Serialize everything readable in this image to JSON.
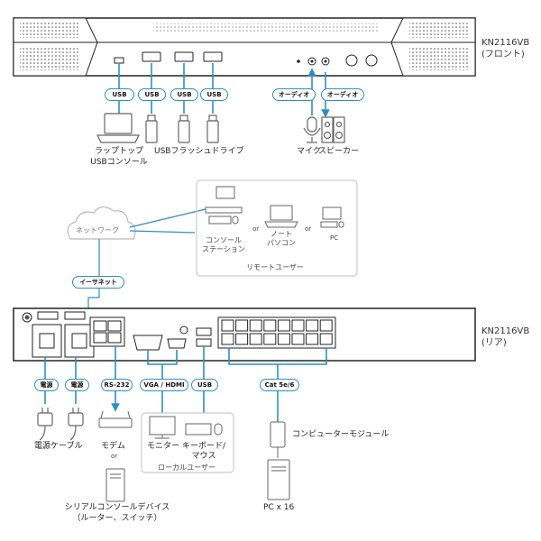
{
  "front": {
    "model": "KN2116VB",
    "view": "(フロント)"
  },
  "rear": {
    "model": "KN2116VB",
    "view": "(リア)"
  },
  "pills": {
    "usb": "USB",
    "audio": "オーディオ",
    "ethernet": "イーサネット",
    "power": "電源",
    "rs232": "RS-232",
    "vga_hdmi": "VGA / HDMI",
    "cat": "Cat 5e/6"
  },
  "labels": {
    "laptop": "ラップトップ",
    "usb_console": "USBコンソール",
    "usb_flash": "USBフラッシュドライブ",
    "mic": "マイク",
    "speaker": "スピーカー",
    "network": "ネットワーク",
    "console_station_1": "コンソール",
    "console_station_2": "ステーション",
    "or": "or",
    "notebook_1": "ノート",
    "notebook_2": "パソコン",
    "pc": "PC",
    "remote_users": "リモートユーザー",
    "power_cable": "電源ケーブル",
    "modem": "モデム",
    "monitor": "モニター",
    "keyboard_mouse_1": "キーボード/",
    "keyboard_mouse_2": "マウス",
    "local_users": "ローカルユーザー",
    "computer_module": "コンピューターモジュール",
    "serial_1": "シリアルコンソールデバイス",
    "serial_2": "（ルーター、スイッチ）",
    "pc_x16": "PC x 16"
  },
  "colors": {
    "accent": "#2b8fc7",
    "line": "#222222",
    "device": "#666666",
    "box": "#cccccc"
  }
}
